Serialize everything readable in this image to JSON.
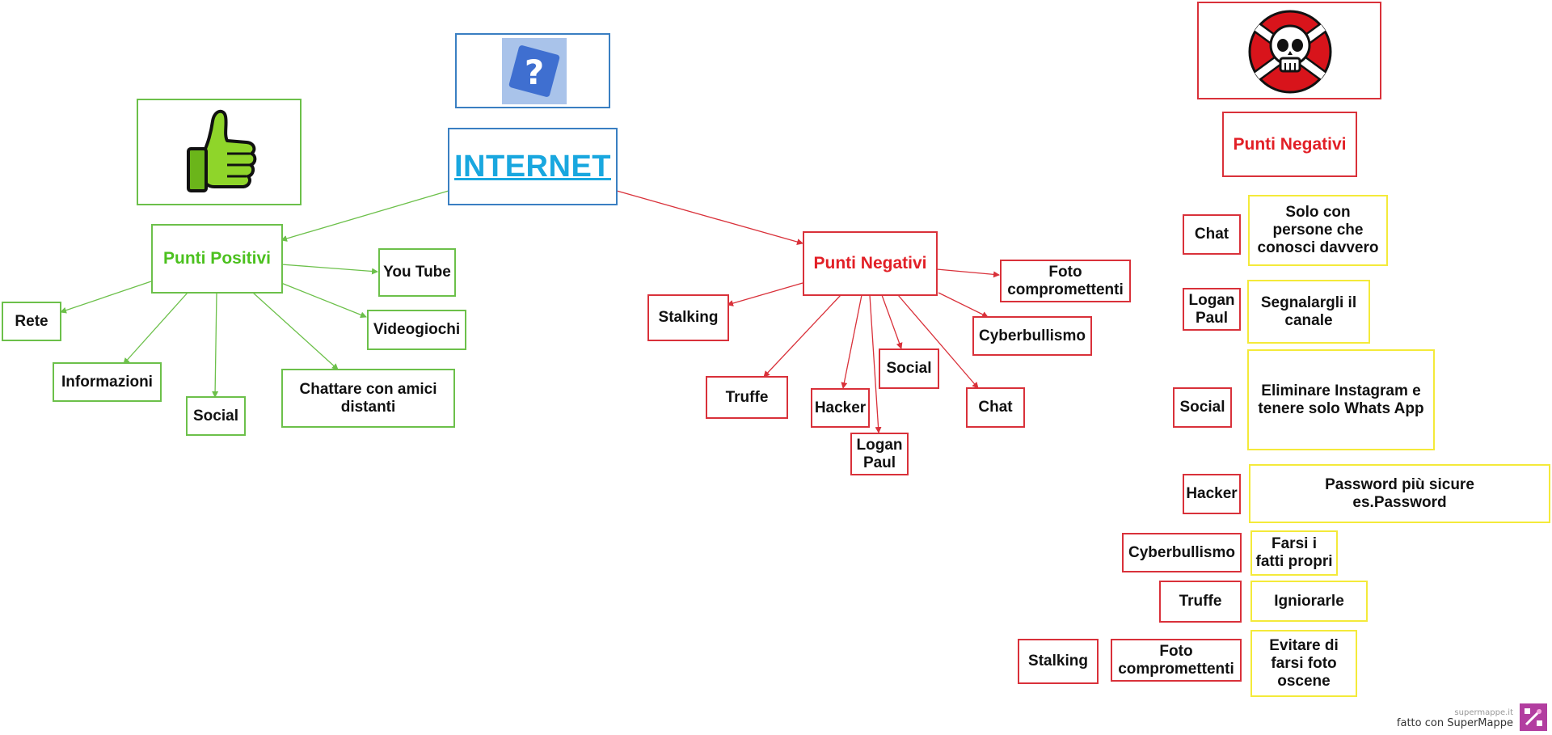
{
  "center": {
    "title": "INTERNET"
  },
  "positive": {
    "title": "Punti Positivi",
    "items": {
      "rete": "Rete",
      "informazioni": "Informazioni",
      "social": "Social",
      "chattare": "Chattare con amici\ndistanti",
      "videogiochi": "Videogiochi",
      "youtube": "You Tube"
    }
  },
  "negative": {
    "title": "Punti Negativi",
    "items": {
      "stalking": "Stalking",
      "truffe": "Truffe",
      "hacker": "Hacker",
      "logan": "Logan\nPaul",
      "social": "Social",
      "chat": "Chat",
      "cyber": "Cyberbullismo",
      "foto": "Foto\ncompromettenti"
    }
  },
  "remedies": {
    "title": "Punti Negativi",
    "rows": [
      {
        "problem": "Chat",
        "solution": "Solo con\npersone che\nconosci davvero"
      },
      {
        "problem": "Logan\nPaul",
        "solution": "Segnalargli il\ncanale"
      },
      {
        "problem": "Social",
        "solution": "Eliminare Instagram e\ntenere solo Whats App"
      },
      {
        "problem": "Hacker",
        "solution": "Password più sicure\nes.Password"
      },
      {
        "problem": "Cyberbullismo",
        "solution": "Farsi i\nfatti propri"
      },
      {
        "problem": "Truffe",
        "solution": "Igniorarle"
      },
      {
        "problem": "Foto\ncompromettenti",
        "solution": "Evitare di\nfarsi foto\noscene"
      }
    ],
    "extra": "Stalking"
  },
  "footer": {
    "small": "supermappe.it",
    "main": "fatto con SuperMappe"
  },
  "colors": {
    "positive": "#4cc11f",
    "negative": "#e21f26",
    "solution": "#f4ea3a",
    "center": "#19a7df"
  },
  "icons": [
    "thumbs-up-icon",
    "question-icon",
    "skull-crossbones-icon"
  ]
}
